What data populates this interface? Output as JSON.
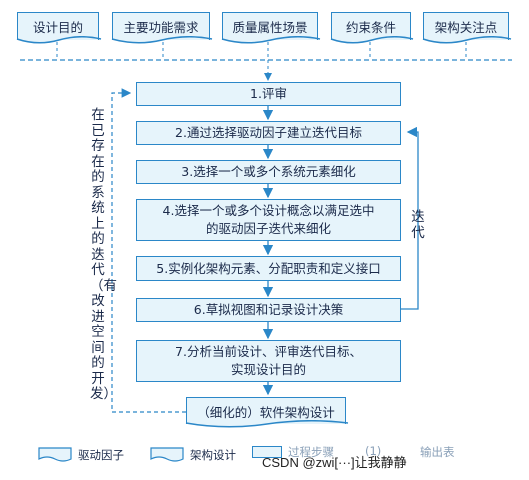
{
  "inputs": [
    "设计目的",
    "主要功能需求",
    "质量属性场景",
    "约束条件",
    "架构关注点"
  ],
  "steps": [
    "1.评审",
    "2.通过选择驱动因子建立迭代目标",
    "3.选择一个或多个系统元素细化",
    "4.选择一个或多个设计概念以满足选中\n的驱动因子迭代来细化",
    "5.实例化架构元素、分配职责和定义接口",
    "6.草拟视图和记录设计决策",
    "7.分析当前设计、评审迭代目标、\n实现设计目的"
  ],
  "output": "（细化的）软件架构设计",
  "left_label": "在已存在的系统上的迭代（有改进空间的开发）",
  "right_label": "迭代",
  "legend": [
    "驱动因子",
    "架构设计",
    "过程步骤",
    "(1)",
    "输出表"
  ],
  "watermark": "CSDN @zwi[···]让我静静",
  "colors": {
    "border": "#2b87c8",
    "fill": "#e6f4fb",
    "line": "#2b87c8",
    "text": "#1b2a4a"
  }
}
